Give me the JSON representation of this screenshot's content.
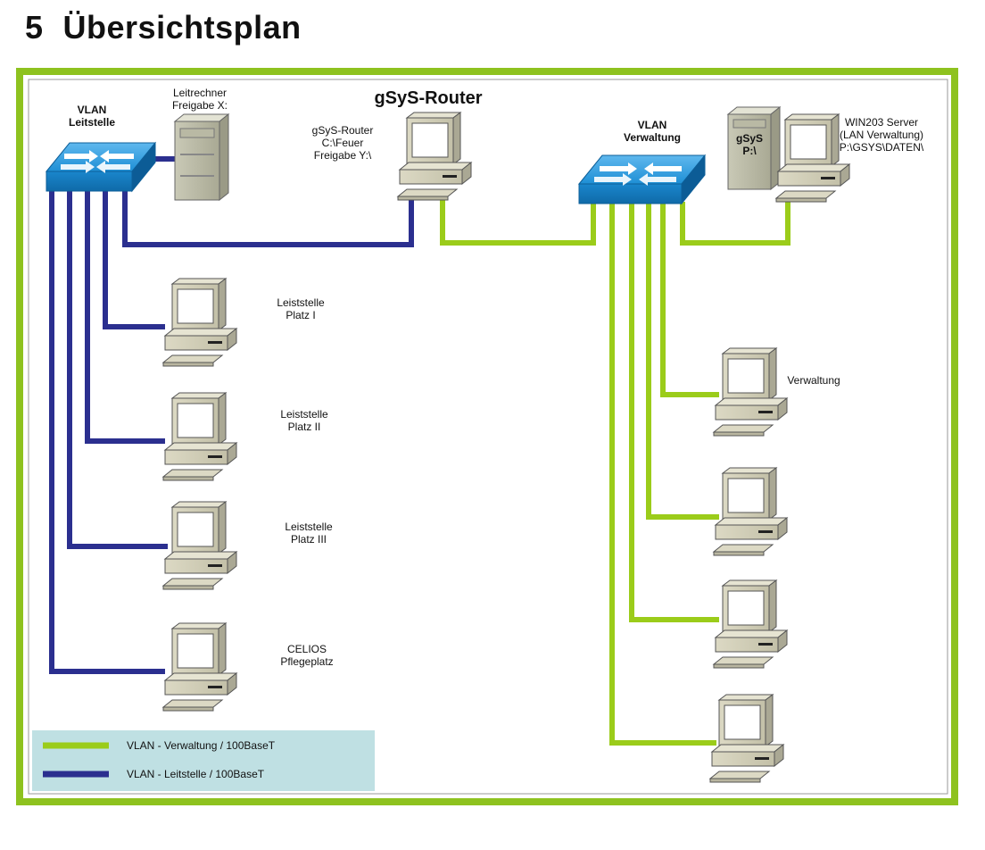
{
  "heading": {
    "number": "5",
    "title": "Übersichtsplan"
  },
  "router_title": "gSyS-Router",
  "switch_leitstelle": {
    "line1": "VLAN",
    "line2": "Leitstelle"
  },
  "switch_verwaltung": {
    "line1": "VLAN",
    "line2": "Verwaltung"
  },
  "leitrechner": {
    "line1": "Leitrechner",
    "line2": "Freigabe X:"
  },
  "router_pc": {
    "line1": "gSyS-Router",
    "line2": "C:\\Feuer",
    "line3": "Freigabe Y:\\"
  },
  "server_tower": {
    "line1": "gSyS",
    "line2": "P:\\"
  },
  "server": {
    "line1": "WIN203 Server",
    "line2": "(LAN Verwaltung)",
    "line3": "P:\\GSYS\\DATEN\\"
  },
  "workstations_left": [
    {
      "line1": "Leiststelle",
      "line2": "Platz I"
    },
    {
      "line1": "Leiststelle",
      "line2": "Platz II"
    },
    {
      "line1": "Leiststelle",
      "line2": "Platz III"
    },
    {
      "line1": "CELIOS",
      "line2": "Pflegeplatz"
    }
  ],
  "workstations_right": [
    {
      "label": "Verwaltung"
    },
    {
      "label": ""
    },
    {
      "label": ""
    },
    {
      "label": ""
    }
  ],
  "legend": {
    "green_label": "VLAN - Verwaltung / 100BaseT",
    "blue_label": "VLAN - Leitstelle / 100BaseT"
  },
  "colors": {
    "frame_green": "#8ec21f",
    "link_green": "#9bcc1a",
    "link_blue": "#2b2f8f",
    "switch_blue": "#1e90d6",
    "legend_bg": "#bfe0e3"
  }
}
